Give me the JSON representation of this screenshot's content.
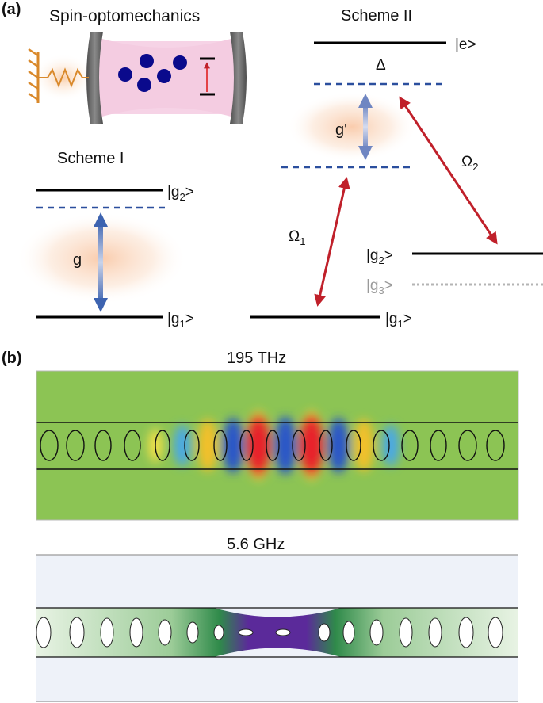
{
  "panel_a": {
    "panel_label": "(a)",
    "title_left": "Spin-optomechanics",
    "scheme1": {
      "title": "Scheme I",
      "level_top": "|g",
      "level_top_sub": "2",
      "level_top_tail": ">",
      "level_bottom": "|g",
      "level_bottom_sub": "1",
      "level_bottom_tail": ">",
      "coupling": "g"
    },
    "scheme2": {
      "title": "Scheme II",
      "level_e": "|e>",
      "detuning": "Δ",
      "coupling": "g'",
      "omega1": "Ω",
      "omega1_sub": "1",
      "omega2": "Ω",
      "omega2_sub": "2",
      "level_g2": "|g",
      "level_g2_sub": "2",
      "level_g2_tail": ">",
      "level_g3": "|g",
      "level_g3_sub": "3",
      "level_g3_tail": ">",
      "level_g1": "|g",
      "level_g1_sub": "1",
      "level_g1_tail": ">"
    }
  },
  "panel_b": {
    "panel_label": "(b)",
    "top_title": "195 THz",
    "bottom_title": "5.6 GHz"
  },
  "colors": {
    "level_line": "#000000",
    "virtual_level": "#2b4f9e",
    "drive_arrow": "#c0202a",
    "coupling_arrow": "#4a6fb5",
    "cavity_fill": "#f6d3e6",
    "mirror": "#6b6b6b",
    "spin_dot": "#0a0a8c",
    "field_bg": "#8cc454",
    "mech_bg": "#eef2f9",
    "mech_mode": "#5b2a9a"
  }
}
